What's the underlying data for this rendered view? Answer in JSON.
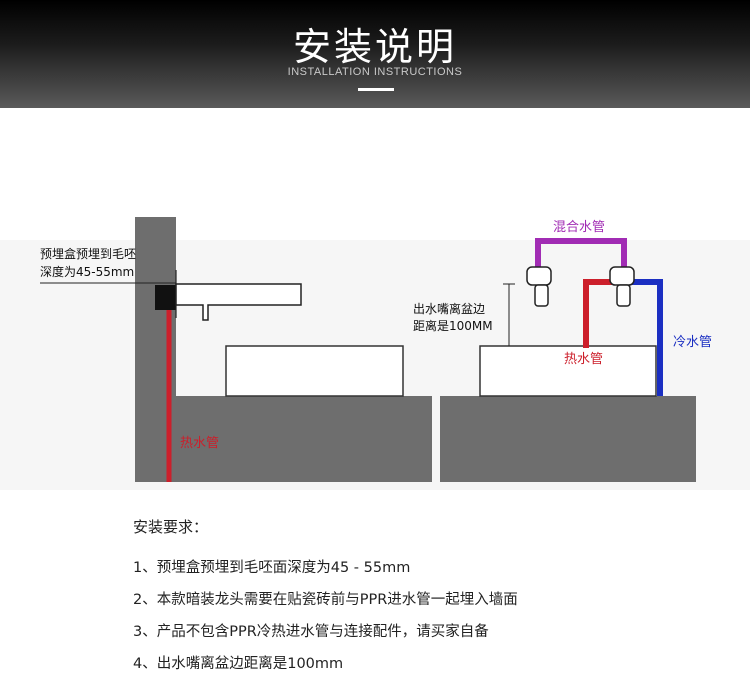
{
  "header": {
    "title": "安装说明",
    "subtitle": "INSTALLATION INSTRUCTIONS"
  },
  "diagram": {
    "left": {
      "depth_label_line1": "预埋盒预埋到毛呸",
      "depth_label_line2": "深度为45-55mm",
      "hot_pipe_label": "热水管"
    },
    "right": {
      "mixed_pipe_label": "混合水管",
      "cold_pipe_label": "冷水管",
      "hot_pipe_label": "热水管",
      "spout_label_line1": "出水嘴离盆边",
      "spout_label_line2": "距离是100MM"
    },
    "colors": {
      "wall": "#6e6e6e",
      "hot": "#cc1f2b",
      "cold": "#1b2fc2",
      "mixed": "#a12cb4"
    }
  },
  "requirements": {
    "title": "安装要求：",
    "items": [
      "1、预埋盒预埋到毛呸面深度为45 - 55mm",
      "2、本款暗装龙头需要在贴瓷砖前与PPR进水管一起埋入墙面",
      "3、产品不包含PPR冷热进水管与连接配件，请买家自备",
      "4、出水嘴离盆边距离是100mm"
    ]
  }
}
